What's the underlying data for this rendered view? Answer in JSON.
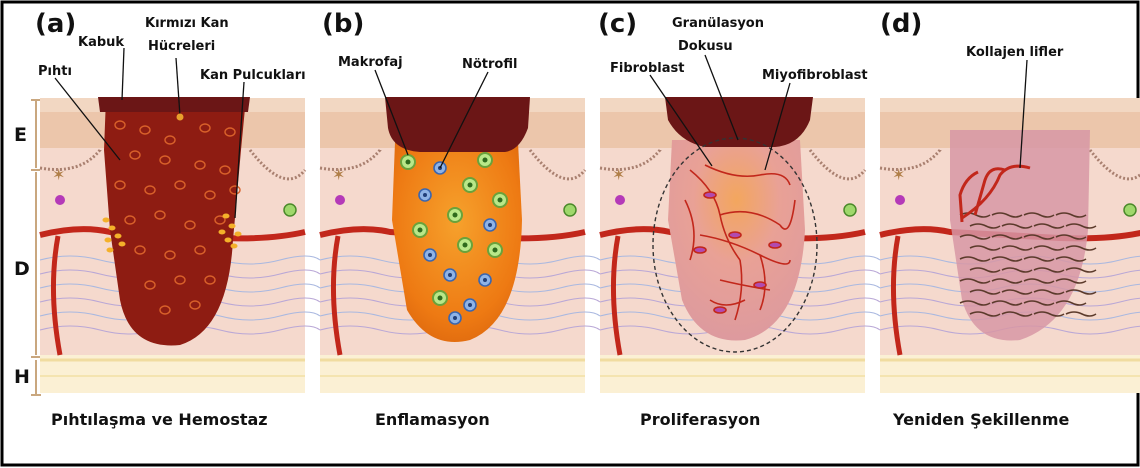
{
  "layers": [
    "E",
    "D",
    "H"
  ],
  "panels": [
    {
      "letter": "(a)",
      "caption": "Pıhtılaşma ve Hemostaz",
      "labels": [
        "Kabuk",
        "Kırmızı Kan",
        "Hücreleri",
        "Pıhtı",
        "Kan Pulcukları"
      ]
    },
    {
      "letter": "(b)",
      "caption": "Enflamasyon",
      "labels": [
        "Makrofaj",
        "Nötrofil"
      ]
    },
    {
      "letter": "(c)",
      "caption": "Proliferasyon",
      "labels": [
        "Granülasyon",
        "Dokusu",
        "Fibroblast",
        "Miyofibroblast"
      ]
    },
    {
      "letter": "(d)",
      "caption": "Yeniden Şekillenme",
      "labels": [
        "Kollajen lifler"
      ]
    }
  ],
  "colors": {
    "frame": "#000000",
    "epidermis": "#ecc6ab",
    "dermis": "#f5d9cd",
    "hypodermis": "#fbf0d4",
    "vessel": "#c2271b",
    "scab": "#6b1616",
    "clot": "#8e1c12",
    "inflammation": "#ef7d14",
    "granulation": "#e7a59c",
    "remodeling": "#d796a4"
  }
}
